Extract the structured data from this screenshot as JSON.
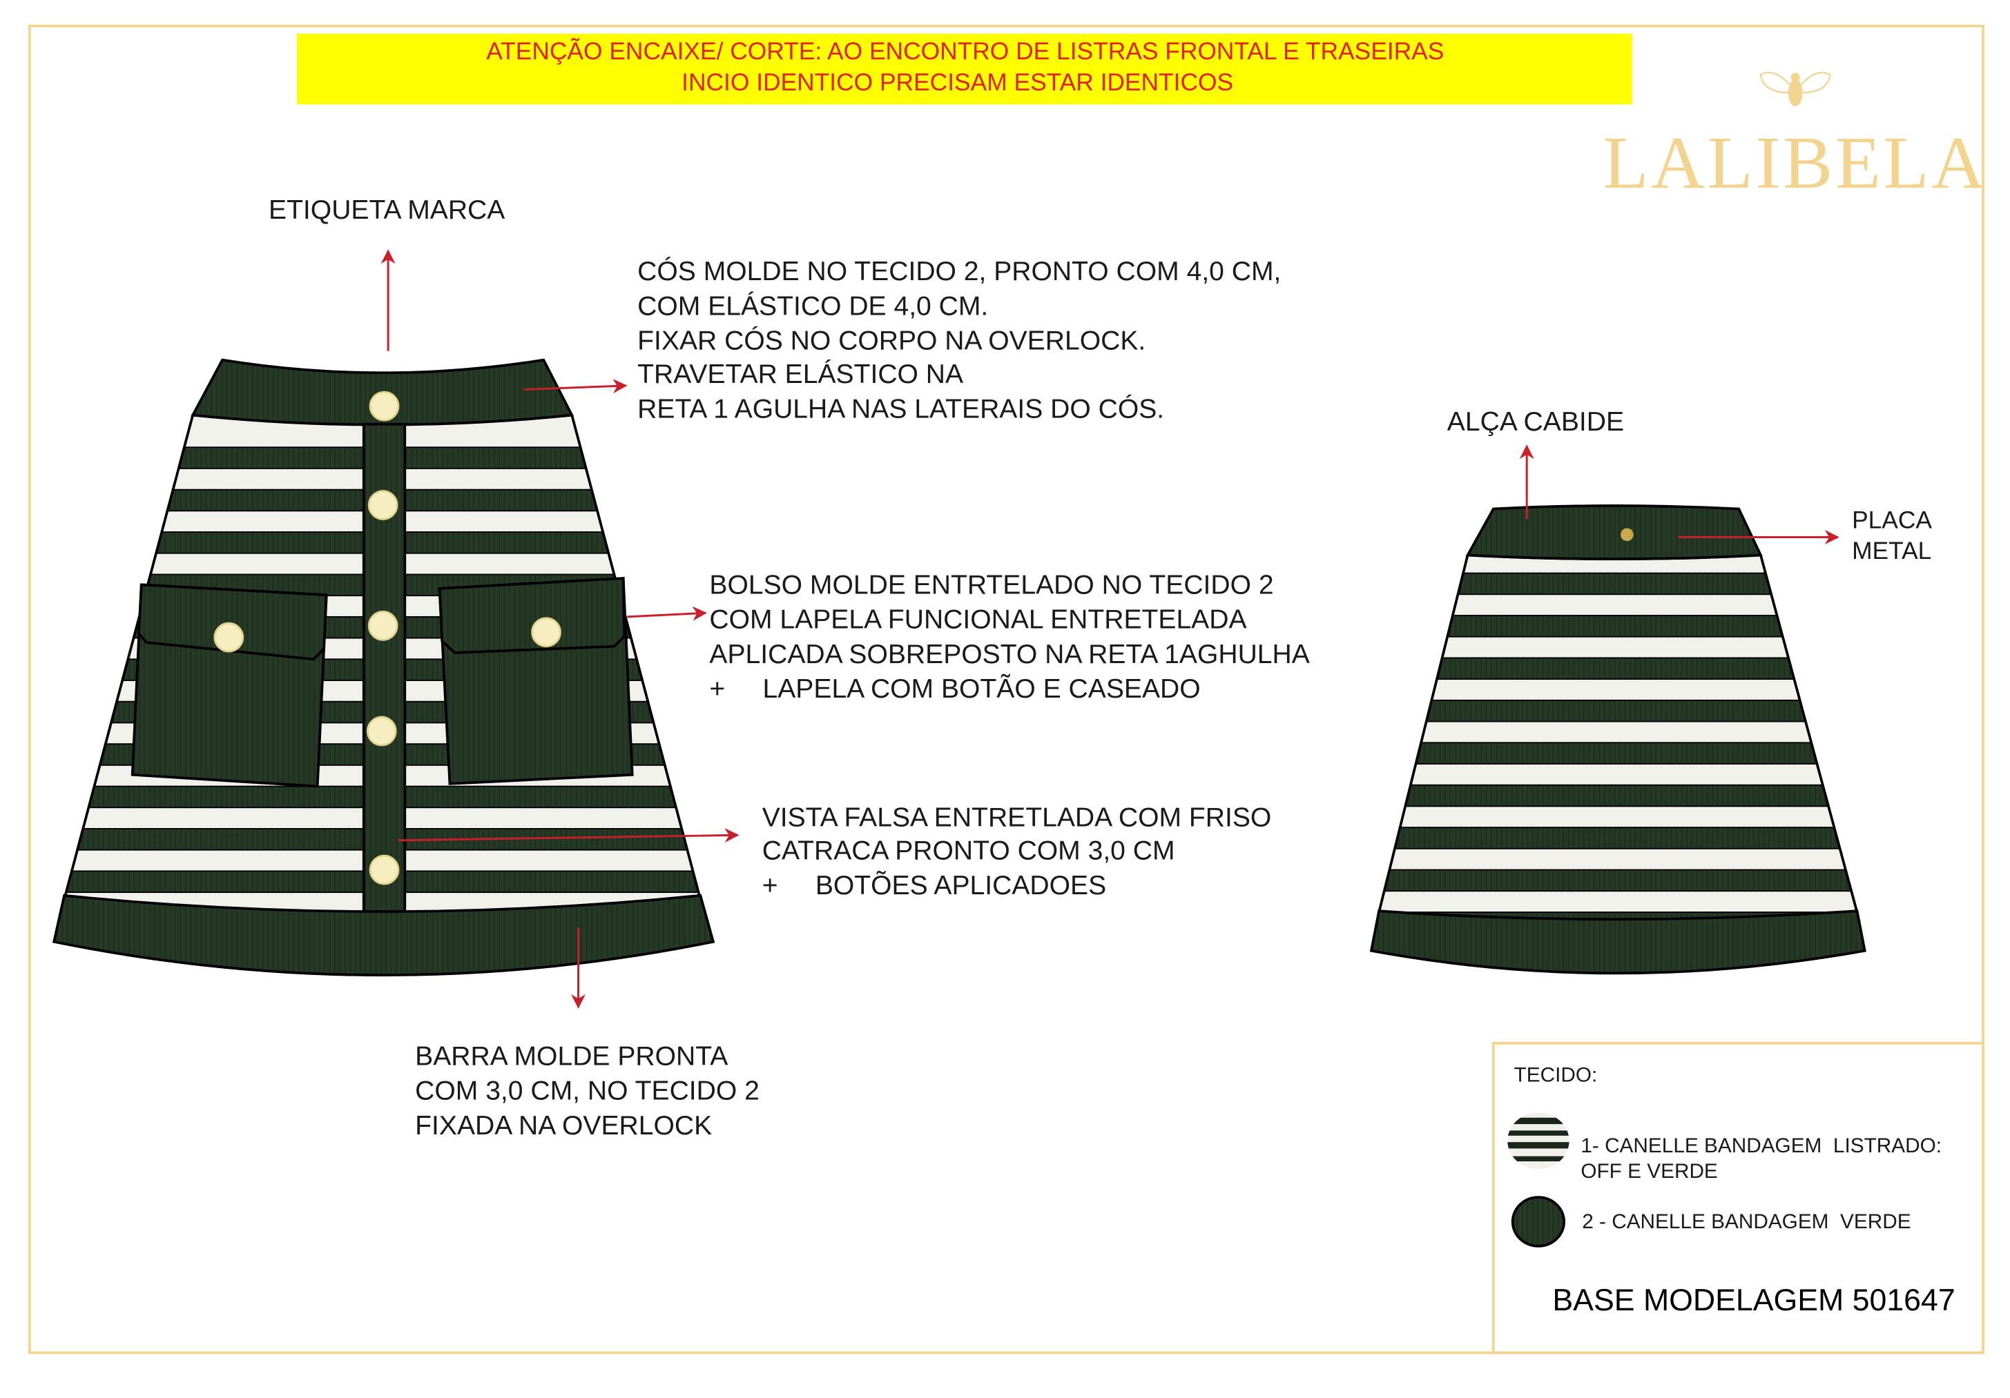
{
  "header_notice": {
    "line1": "ATENÇÃO ENCAIXE/ CORTE: AO ENCONTRO DE LISTRAS FRONTAL E TRASEIRAS",
    "line2": "INCIO IDENTICO PRECISAM ESTAR IDENTICOS",
    "background": "#ffff00",
    "text_color": "#e3201b"
  },
  "brand": {
    "name": "LALIBELA",
    "icon": "bee-icon",
    "color": "#f2d48f"
  },
  "front_annotations": {
    "etiqueta": "ETIQUETA MARCA",
    "cos": [
      "CÓS MOLDE NO TECIDO 2, PRONTO COM 4,0 CM,",
      "COM ELÁSTICO DE 4,0 CM.",
      "FIXAR CÓS NO CORPO NA OVERLOCK.",
      "TRAVETAR ELÁSTICO NA",
      "RETA 1 AGULHA NAS LATERAIS DO CÓS."
    ],
    "bolso": [
      "BOLSO MOLDE ENTRTELADO NO TECIDO 2",
      "COM LAPELA FUNCIONAL ENTRETELADA",
      "APLICADA SOBREPOSTO NA RETA 1AGHULHA",
      "+     LAPELA COM BOTÃO E CASEADO"
    ],
    "vista": [
      "VISTA FALSA ENTRETLADA COM FRISO",
      "CATRACA PRONTO COM 3,0 CM",
      "+     BOTÕES APLICADOES"
    ],
    "barra": [
      "BARRA MOLDE PRONTA",
      "COM 3,0 CM, NO TECIDO 2",
      "FIXADA NA OVERLOCK"
    ]
  },
  "back_annotations": {
    "alca": "ALÇA CABIDE",
    "placa": [
      "PLACA",
      "METAL"
    ]
  },
  "legend": {
    "title": "TECIDO:",
    "items": [
      {
        "lines": [
          "1- CANELLE BANDAGEM  LISTRADO:",
          "OFF E VERDE"
        ],
        "swatch": "striped"
      },
      {
        "lines": [
          "2 - CANELLE BANDAGEM  VERDE"
        ],
        "swatch": "solid"
      }
    ],
    "base_label": "BASE MODELAGEM 501647"
  },
  "colors": {
    "green": "#263826",
    "off_white": "#f1f1ec",
    "button": "#f6eec0",
    "arrow": "#c8202a",
    "frame": "#f2d48f"
  }
}
